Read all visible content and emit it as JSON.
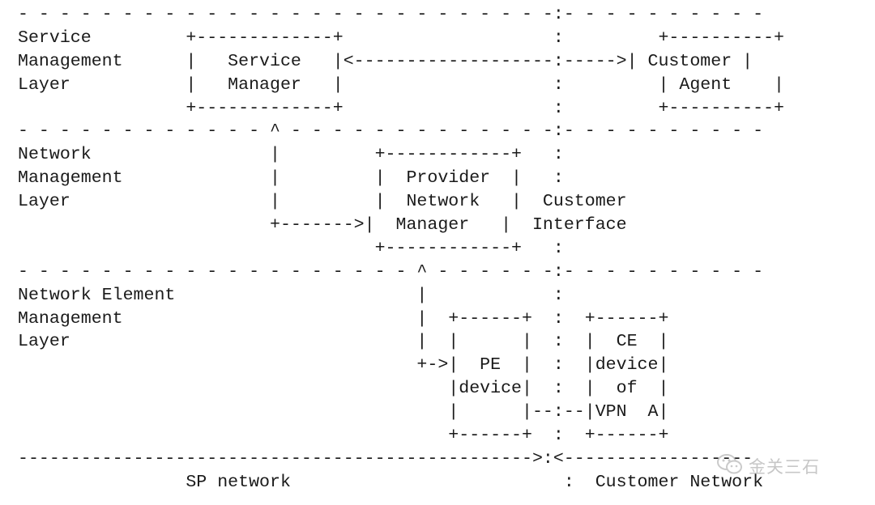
{
  "diagram": {
    "lines": [
      "- - - - - - - - - - - - - - - - - - - - - - - - - -:- - - - - - - - - -",
      "Service         +-------------+                    :         +----------+",
      "Management      |   Service   |<-------------------:----->| Customer |",
      "Layer           |   Manager   |                    :         | Agent    |",
      "                +-------------+                    :         +----------+",
      "- - - - - - - - - - - - ^ - - - - - - - - - - - - -:- - - - - - - - - -",
      "Network                 |         +------------+   :",
      "Management              |         |  Provider  |   :",
      "Layer                   |         |  Network   |  Customer",
      "                        +------->|  Manager   |  Interface",
      "                                  +------------+   :",
      "- - - - - - - - - - - - - - - - - - - ^ - - - - - -:- - - - - - - - - -",
      "Network Element                       |            :",
      "Management                            |  +------+  :  +------+",
      "Layer                                 |  |      |  :  |  CE  |",
      "                                      +->|  PE  |  :  |device|",
      "                                         |device|  :  |  of  |",
      "                                         |      |--:--|VPN  A|",
      "                                         +------+  :  +------+",
      "------------------------------------------------->:<------------------",
      "                SP network                          :  Customer Network"
    ]
  },
  "watermark": {
    "text": "金关三石",
    "icon": "wechat-icon"
  }
}
